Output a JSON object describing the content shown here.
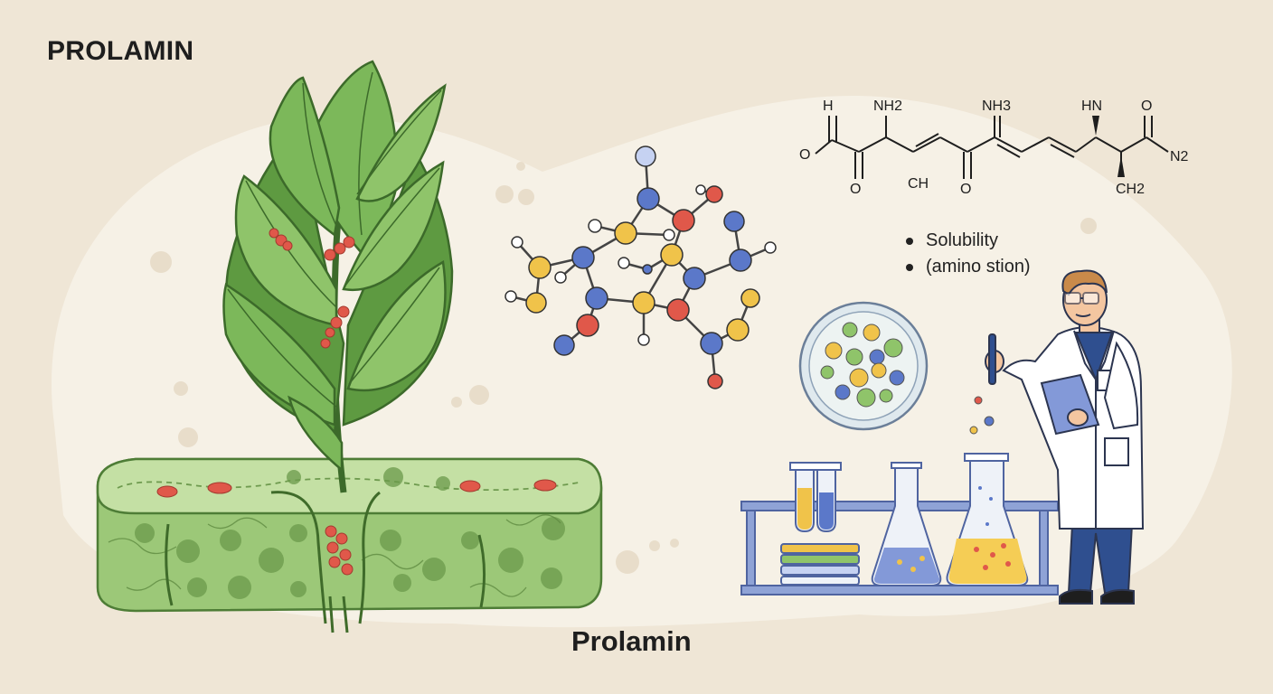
{
  "title": "PROLAMIN",
  "caption": "Prolamin",
  "notes": [
    "Solubility",
    "(amino stion)"
  ],
  "structural_formula": {
    "labels": [
      "H",
      "NH2",
      "NH3",
      "HN",
      "O",
      "O",
      "CH",
      "O",
      "N2",
      "CH2"
    ]
  },
  "colors": {
    "background": "#efe6d6",
    "leaf": "#6faa4d",
    "seed_tissue": "#9cc878",
    "protein_body": "#e0584a",
    "atom_blue": "#5b78c9",
    "atom_yellow": "#f0c34a",
    "atom_red": "#e0584a",
    "lab_coat": "#ffffff",
    "rack": "#8fa3d6"
  }
}
